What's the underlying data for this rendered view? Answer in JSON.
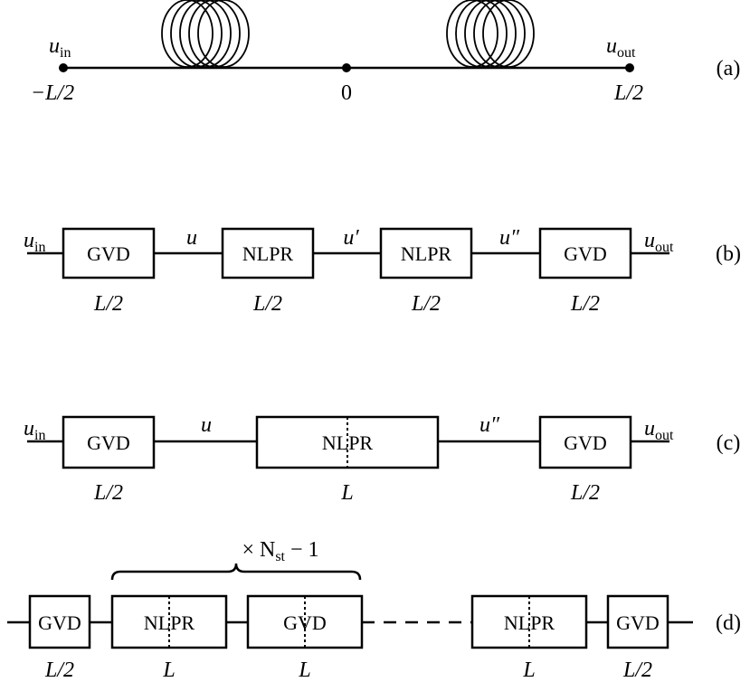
{
  "panels": {
    "a": {
      "tag": "(a)",
      "u_main": "u",
      "in_sub": "in",
      "out_sub": "out",
      "left_pos": "−L/2",
      "mid_pos": "0",
      "right_pos": "L/2"
    },
    "b": {
      "tag": "(b)",
      "u_main": "u",
      "in_sub": "in",
      "out_sub": "out",
      "box1": "GVD",
      "box2": "NLPR",
      "box3": "NLPR",
      "box4": "GVD",
      "len1": "L/2",
      "len2": "L/2",
      "len3": "L/2",
      "len4": "L/2",
      "sig1": "u",
      "sig2": "u′",
      "sig3": "u″"
    },
    "c": {
      "tag": "(c)",
      "u_main": "u",
      "in_sub": "in",
      "out_sub": "out",
      "box1": "GVD",
      "box2": "NLPR",
      "box3": "GVD",
      "len1": "L/2",
      "len2": "L",
      "len3": "L/2",
      "sig1": "u",
      "sig2": "u″"
    },
    "d": {
      "tag": "(d)",
      "brace_pre": "× N",
      "brace_sub": "st",
      "brace_post": " − 1",
      "box1": "GVD",
      "box2": "NLPR",
      "box3": "GVD",
      "box4": "NLPR",
      "box5": "GVD",
      "len1": "L/2",
      "len2": "L",
      "len3": "L",
      "len4": "L",
      "len5": "L/2"
    }
  }
}
